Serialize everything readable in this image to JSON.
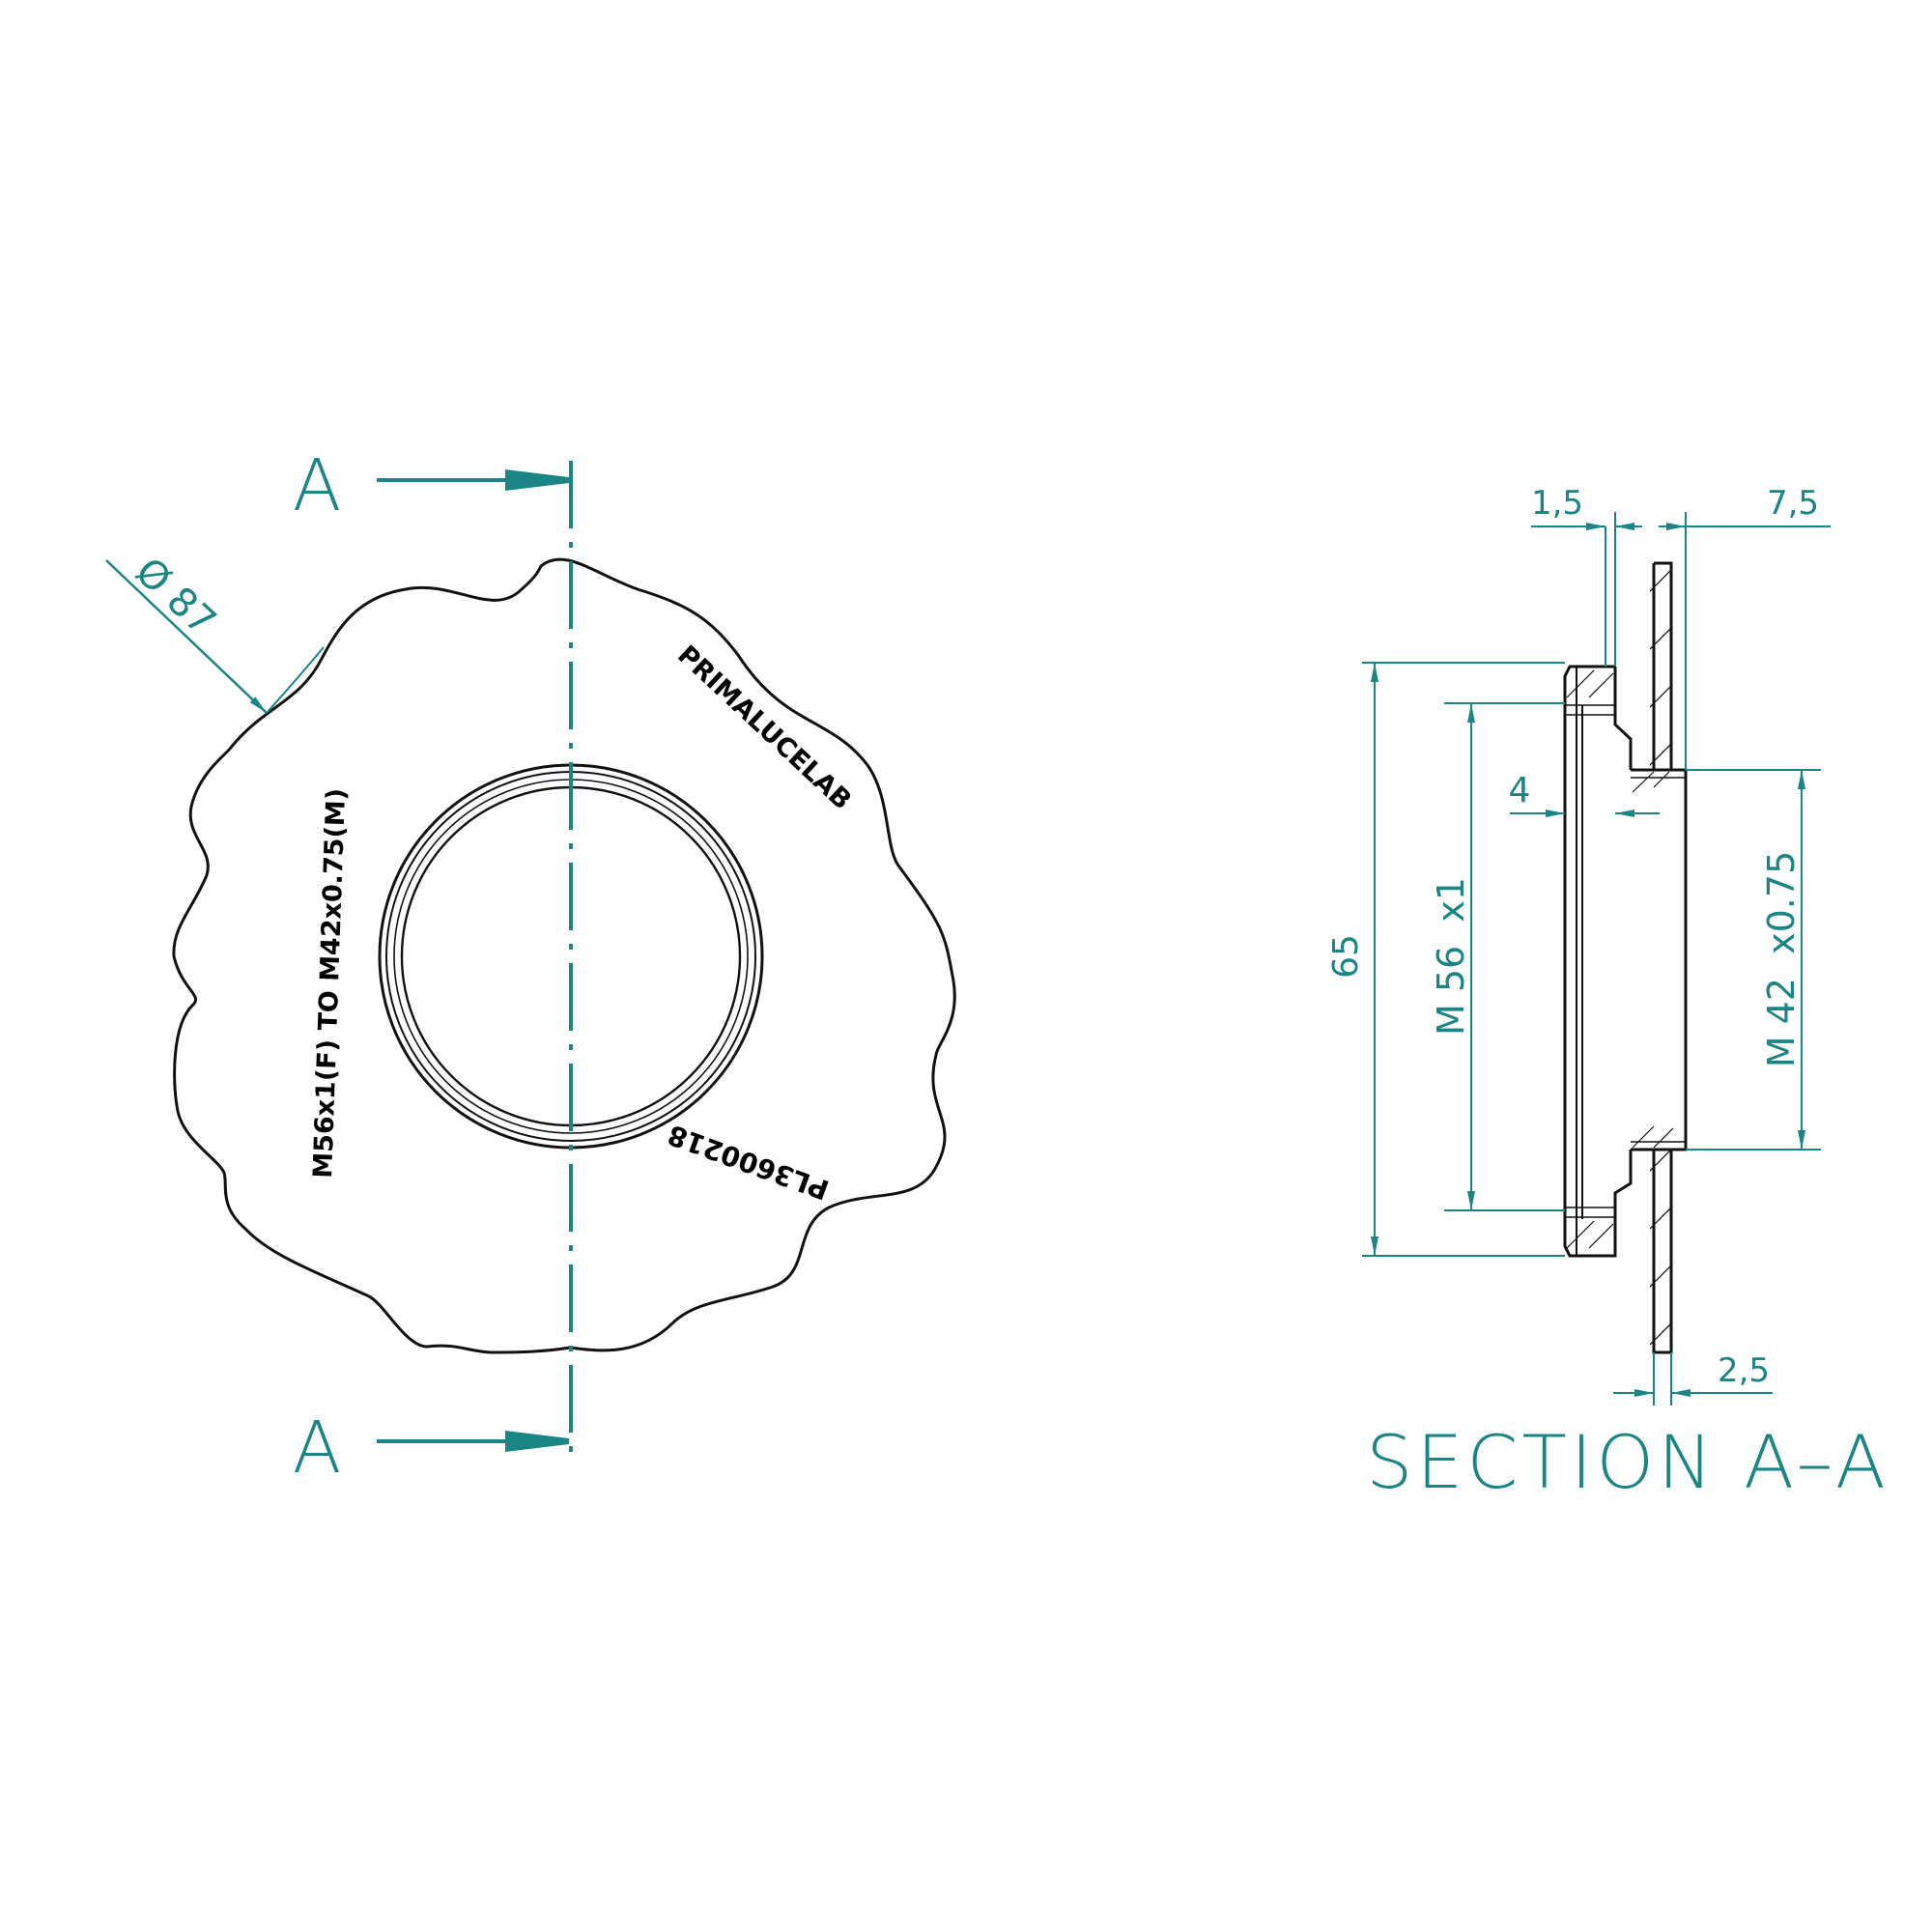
{
  "front_view": {
    "cut_label_top": "A",
    "cut_label_bottom": "A",
    "diameter_dim": "Ø 87",
    "engraving_brand": "PRIMALUCELAB",
    "engraving_thread": "M56x1(F) TO M42x0.75(M)",
    "engraving_part": "PL3600218"
  },
  "section_view": {
    "title": "SECTION A–A",
    "dim_top_left": "1,5",
    "dim_top_right": "7,5",
    "dim_step": "4",
    "dim_overall_height": "65",
    "dim_female_thread": "M 56  x1",
    "dim_male_thread": "M 42  x0.75",
    "dim_flange": "2,5"
  },
  "colors": {
    "dimension": "#1a8584",
    "outline": "#111111"
  }
}
